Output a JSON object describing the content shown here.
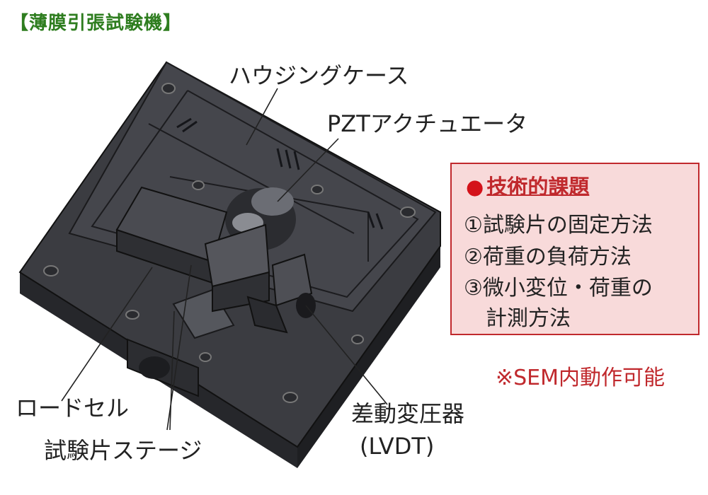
{
  "title": "【薄膜引張試験機】",
  "labels": {
    "housing": "ハウジングケース",
    "pzt": "PZTアクチュエータ",
    "loadcell": "ロードセル",
    "stage": "試験片ステージ",
    "lvdt_line1": "差動変圧器",
    "lvdt_line2": "(LVDT)"
  },
  "challenges": {
    "heading_bullet": "●",
    "heading": "技術的課題",
    "items": [
      "①試験片の固定方法",
      "②荷重の負荷方法",
      "③微小変位・荷重の",
      "計測方法"
    ]
  },
  "note": "※SEM内動作可能",
  "colors": {
    "title": "#2e7d1f",
    "accent": "#c0292d",
    "box_fill": "#f8dada",
    "device": "#3a3b40"
  }
}
